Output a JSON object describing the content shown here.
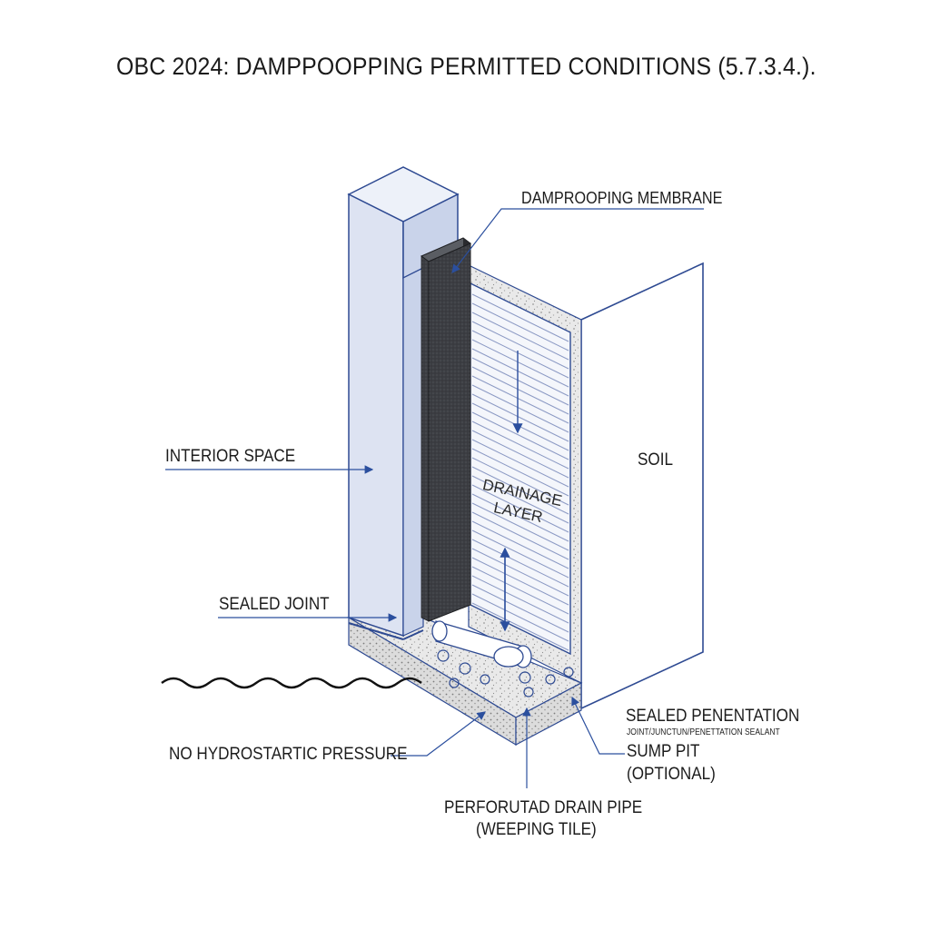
{
  "title": "OBC 2024: DAMPPOOPPING PERMITTED CONDITIONS (5.7.3.4.).",
  "labels": {
    "membrane": "DAMPROOPING MEMBRANE",
    "interior": "INTERIOR SPACE",
    "soil": "SOIL",
    "drainage_line1": "DRAINAGE",
    "drainage_line2": "LAYER",
    "sealed_joint": "SEALED JOINT",
    "no_pressure": "NO HYDROSTARTIC PRESSURE",
    "sealed_penetration": "SEALED PENENTATION",
    "sealant_note": "JOINT/JUNCTUN/PENETTATION SEALANT",
    "sump_line1": "SUMP PIT",
    "sump_line2": "(OPTIONAL)",
    "drain_line1": "PERFORUTAD DRAIN PIPE",
    "drain_line2": "(WEEPING TILE)"
  },
  "colors": {
    "leader": "#2b4f9e",
    "outline": "#2e4a92",
    "wall_face": "#dde3f2",
    "membrane": "#3b3d42",
    "gravel": "#e4e4e4"
  }
}
